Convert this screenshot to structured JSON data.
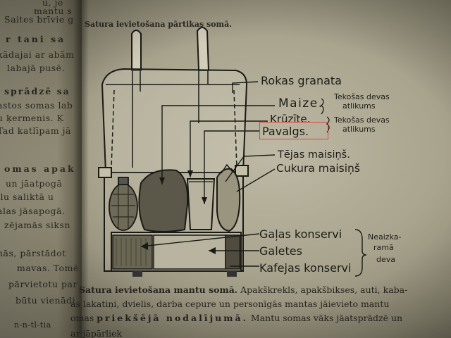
{
  "left_page": {
    "lines": [
      "u, je",
      "mantu s",
      "Saites brīvie g",
      "r tani sa",
      "kādajai ar abām",
      "labajā pusē.",
      "sprādzē sa",
      "astos somas lab",
      "u ķermenis. Ķ",
      "Tad katlīpam jā",
      "omas apak",
      "un jāatpogā",
      "llu saliktā u",
      "alas jāsapogā.",
      "zējamās siksn",
      "nās, pārstādot",
      "mavas. Tomē",
      "pārvietotu par",
      "būtu vienādi",
      "n-n-tl-tia"
    ]
  },
  "figure_caption": "Satura ievietošana pārtikas somā.",
  "labels": {
    "rokas_granata": "Rokas granata",
    "maize": "Maize.",
    "kruzite": "Krūzīte.",
    "pavalgs": "Pavalgs.",
    "tejas_maisins": "Tējas maisiņš.",
    "cukura_maisins": "Cukura maisiņš",
    "galas_konservi": "Gaļas konservi",
    "galetes": "Galetes",
    "kafejas_konservi": "Kafejas konservi"
  },
  "brace_notes": {
    "tekosas_devas_1": "Tekošas devas",
    "atlikums_1": "atlikums",
    "tekosas_devas_2": "Tekošas devas",
    "atlikums_2": "atlikums",
    "neaizka": "Neaizka-",
    "rama": "ramā",
    "deva": "deva"
  },
  "body_text": {
    "line1_bold": "Satura ievietošana mantu somā.",
    "line1_rest": "Apakškrekls, apakšbikses, auti, kaba-",
    "line2": "as lakatiņi, dvielis, darba cepure un personīgās mantas jāievieto mantu",
    "line3_a": "omas",
    "line3_spaced": "priekšējā nodalījumā.",
    "line3_rest": "Mantu somas vāks jāatsprādzē un",
    "line4": "ar jāpārliek"
  }
}
